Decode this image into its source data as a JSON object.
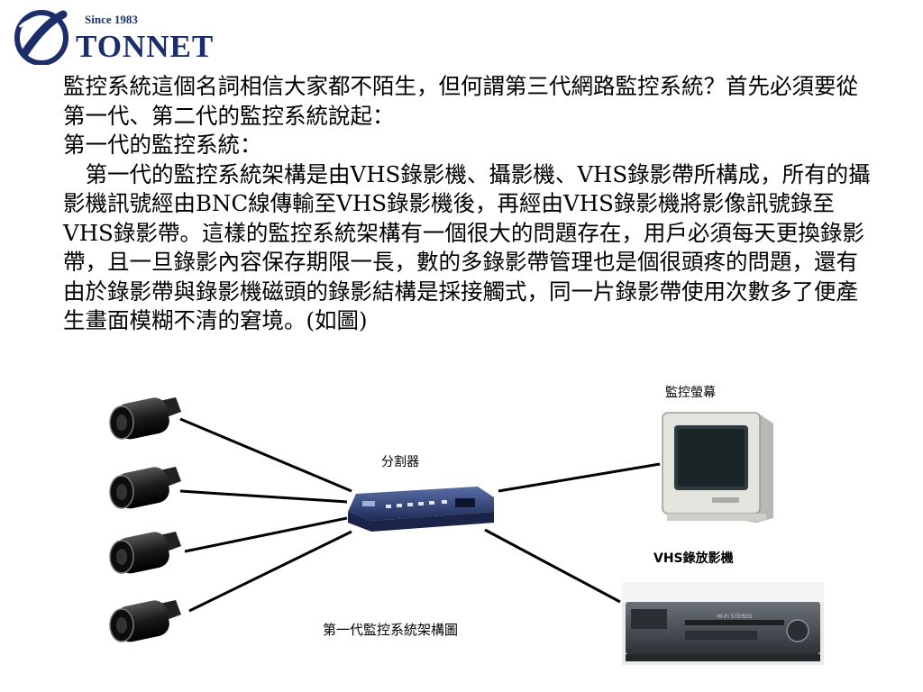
{
  "logo": {
    "since": "Since 1983",
    "name": "TONNET",
    "icon": "tonnet-logo-icon"
  },
  "text": {
    "p1": "監控系統這個名詞相信大家都不陌生，但何謂第三代網路監控系統？首先必須要從第一代、第二代的監控系統說起：",
    "p2": "第一代的監控系統：",
    "p3": "第一代的監控系統架構是由VHS錄影機、攝影機、VHS錄影帶所構成，所有的攝影機訊號經由BNC線傳輸至VHS錄影機後，再經由VHS錄影機將影像訊號錄至VHS錄影帶。這樣的監控系統架構有一個很大的問題存在，用戶必須每天更換錄影帶，且一旦錄影內容保存期限一長，數的多錄影帶管理也是個很頭疼的問題，還有由於錄影帶與錄影機磁頭的錄影結構是採接觸式，同一片錄影帶使用次數多了便產生畫面模糊不清的窘境。(如圖)"
  },
  "diagram": {
    "monitor_label": "監控螢幕",
    "splitter_label": "分割器",
    "vcr_label": "VHS錄放影機",
    "caption": "第一代監控系統架構圖",
    "vcr_panel_text": "HI-FI STEREO",
    "colors": {
      "camera": "#1a1a1a",
      "monitor": "#d9d9d4",
      "splitter": "#2a3b6e",
      "vcr": "#3c4248"
    }
  }
}
